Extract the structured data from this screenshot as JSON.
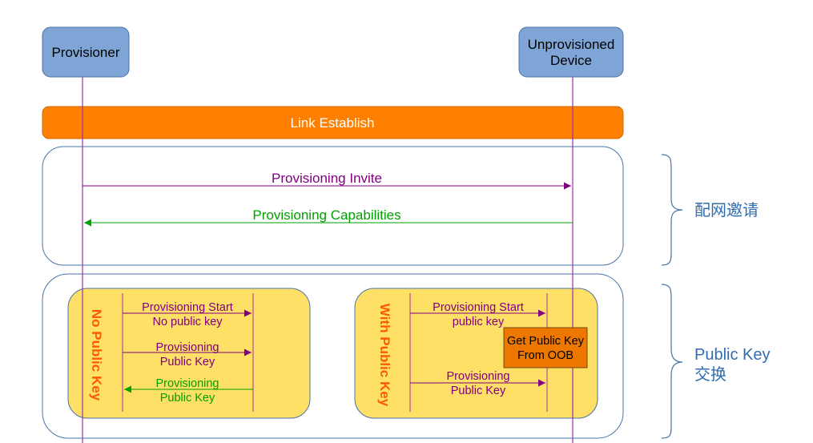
{
  "actors": {
    "provisioner": "Provisioner",
    "device_line1": "Unprovisioned",
    "device_line2": "Device"
  },
  "link_establish": "Link Establish",
  "invite_phase": {
    "invite": "Provisioning Invite",
    "capabilities": "Provisioning Capabilities",
    "brace_label": "配网邀请"
  },
  "public_key_phase": {
    "brace_label_line1": "Public Key",
    "brace_label_line2": "交换",
    "no_public_key": {
      "title": "No Public Key",
      "start_line1": "Provisioning Start",
      "start_line2": "No public key",
      "pk_line1": "Provisioning",
      "pk_line2": "Public Key",
      "reply_line1": "Provisioning",
      "reply_line2": "Public Key"
    },
    "with_public_key": {
      "title": "With Public Key",
      "start_line1": "Provisioning Start",
      "start_line2": "public key",
      "oob_line1": "Get Public Key",
      "oob_line2": "From OOB",
      "pk_line1": "Provisioning",
      "pk_line2": "Public Key"
    }
  },
  "colors": {
    "actor_fill": "#7fa5d6",
    "actor_stroke": "#4a73a8",
    "orange": "#ff8000",
    "panel_yellow": "#ffe066",
    "lifeline": "#a030a0",
    "purple_msg": "#800080",
    "green_msg": "#00a000",
    "brace_text": "#2f6cb0",
    "title_orange": "#ff5a00"
  }
}
